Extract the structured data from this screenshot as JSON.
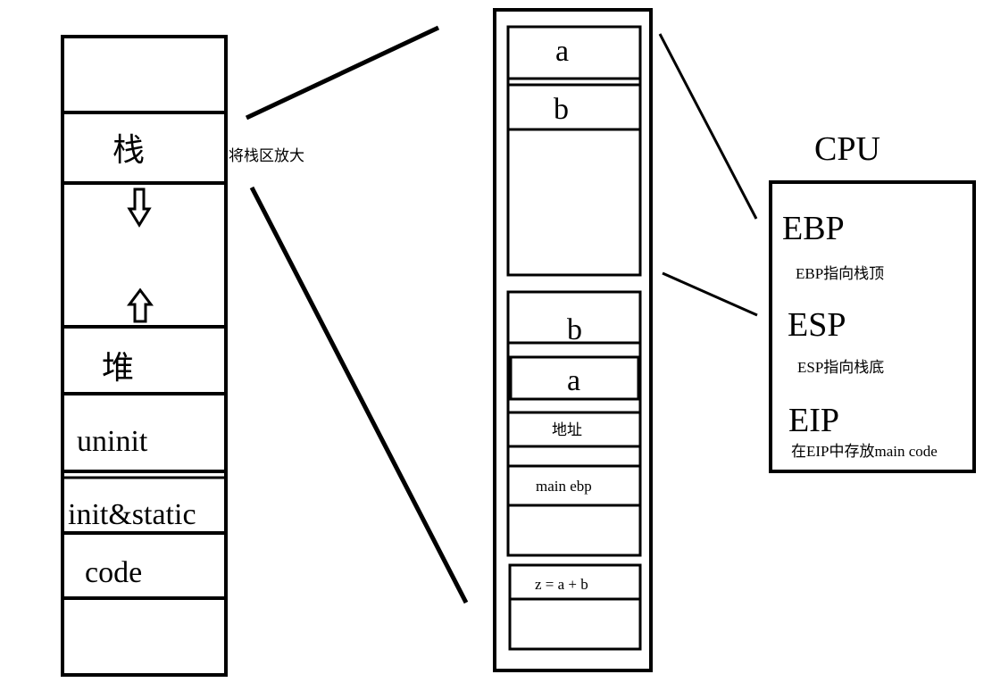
{
  "memory": {
    "stack": "栈",
    "heap": "堆",
    "uninit": "uninit",
    "init_static": "init&static",
    "code": "code"
  },
  "zoom_label": "将栈区放大",
  "stack_detail": {
    "frame1": {
      "a": "a",
      "b": "b"
    },
    "frame2": {
      "b": "b",
      "a": "a",
      "address": "地址",
      "main_ebp": "main ebp"
    },
    "frame3": {
      "expr": "z = a + b"
    }
  },
  "cpu": {
    "title": "CPU",
    "ebp": "EBP",
    "ebp_note": "EBP指向栈顶",
    "esp": "ESP",
    "esp_note": "ESP指向栈底",
    "eip": "EIP",
    "eip_note": "在EIP中存放main code"
  },
  "colors": {
    "stroke": "#000000",
    "background": "#ffffff"
  }
}
